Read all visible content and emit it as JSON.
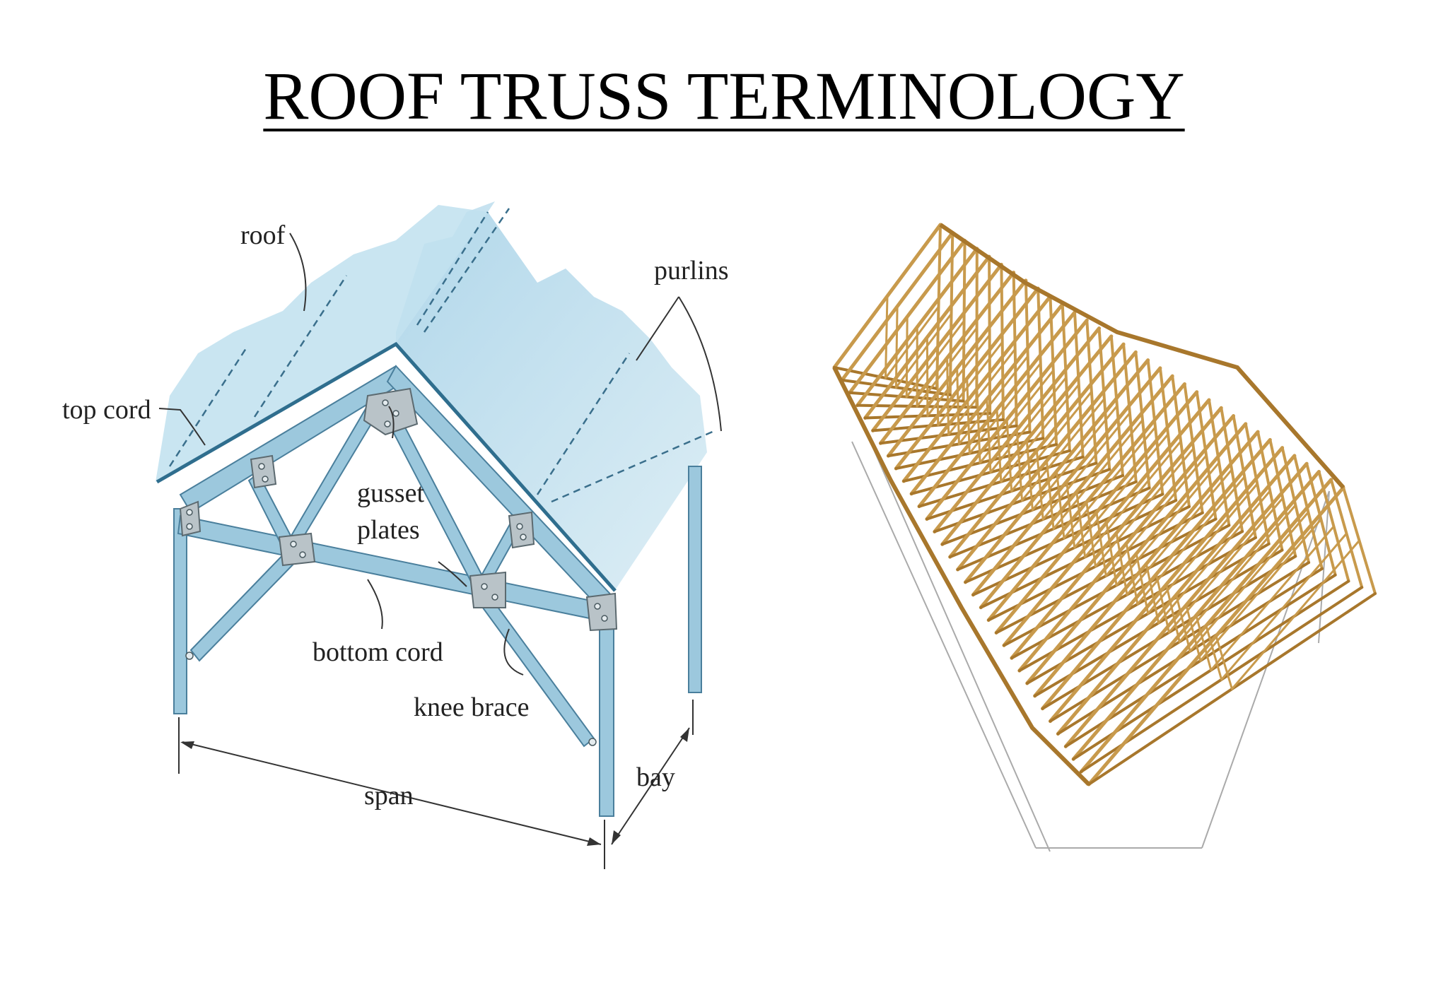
{
  "slide": {
    "title": "ROOF TRUSS TERMINOLOGY"
  },
  "steel_truss_diagram": {
    "labels": {
      "roof": "roof",
      "purlins": "purlins",
      "top_cord": "top cord",
      "gusset": "gusset",
      "plates": "plates",
      "bottom_cord": "bottom cord",
      "knee_brace": "knee brace",
      "span": "span",
      "bay": "bay"
    },
    "colors": {
      "roof_fill": "#cfe6f1",
      "member_fill": "#9cc8dd",
      "member_edge": "#4a7f9c",
      "gusset": "#b9c3c8"
    }
  },
  "timber_truss_photo": {
    "colors": {
      "timber": "#c89a4c",
      "timber_dark": "#a8772c",
      "outline": "#aaaaaa"
    }
  }
}
